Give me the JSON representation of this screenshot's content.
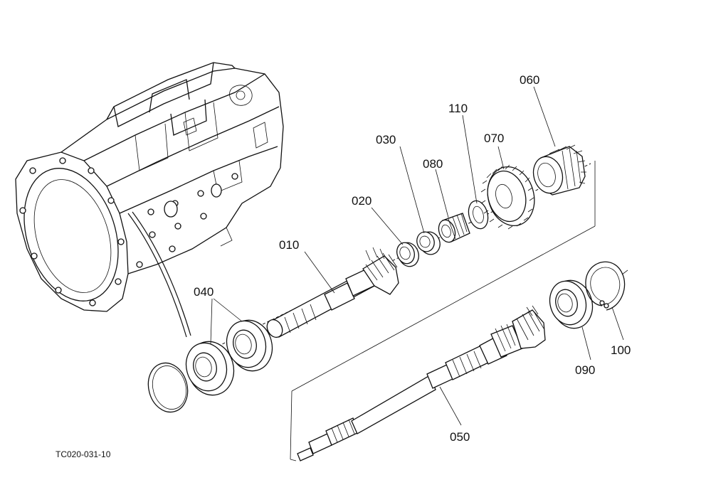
{
  "drawing_code": "TC020-031-10",
  "callouts": {
    "p010": "010",
    "p020": "020",
    "p030": "030",
    "p040": "040",
    "p050": "050",
    "p060": "060",
    "p070": "070",
    "p080": "080",
    "p090": "090",
    "p100": "100",
    "p110": "110"
  }
}
